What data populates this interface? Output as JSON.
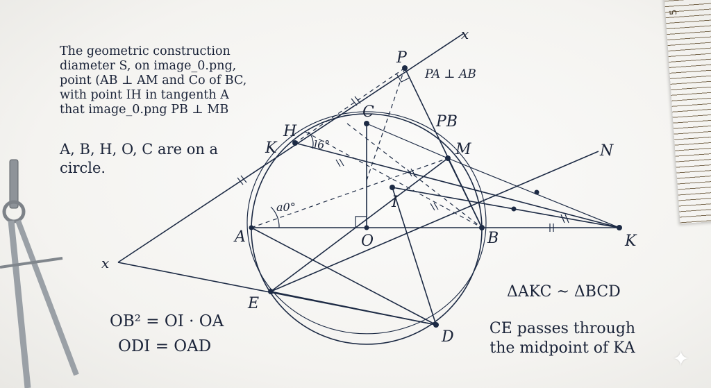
{
  "text_block": {
    "line1": "The geometric construction",
    "line2": "diameter S, on image_0.png,",
    "line3": "point (AB ⊥ AM and Co of BC,",
    "line4": "with point IH in tangenth A",
    "line5": "that image_0.png PB ⊥ MB"
  },
  "circle_note": "A, B, H, O, C are on a circle.",
  "eq1": "OB² = OI · OA",
  "eq2": "ODI = OAD",
  "similarity": "ΔAKC ~ ΔBCD",
  "ce_note": "CE passes through the midpoint of KA",
  "ruler_mark": "5",
  "labels": {
    "P": "P",
    "PA_AB": "PA ⊥ AB",
    "x_top": "x",
    "C": "C",
    "PB": "PB",
    "H": "H",
    "K_left": "K",
    "angle16": "l6°",
    "M": "M",
    "N": "N",
    "I": "I",
    "angle_a0": "a0°",
    "A": "A",
    "O": "O",
    "B": "B",
    "K_right": "K",
    "x_left": "x",
    "E": "E",
    "D": "D"
  },
  "colors": {
    "ink": "#1c2a44",
    "paper": "#f7f6f3"
  }
}
